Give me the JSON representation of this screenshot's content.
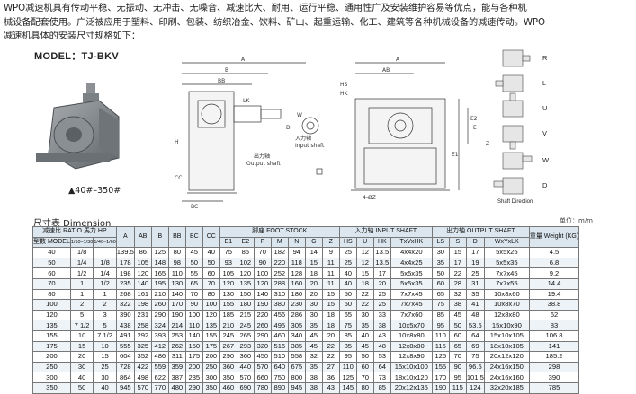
{
  "intro": {
    "line1": "WPO减速机具有传动平稳、无振动、无冲击、无噪音、减速比大、耐用、运行平稳、通用性广及安装维护容易等优点，能与各种机",
    "line2": "械设备配套使用。广泛被应用于塑料、印刷、包装、纺织冶金、饮料、矿山、起重运输、化工、建筑等各种机械设备的减速传动。WPO",
    "line3": "减速机具体的安装尺寸规格如下："
  },
  "model": "MODEL：TJ-BKV",
  "range": "▲40#–350#",
  "drawing": {
    "labels": [
      "A",
      "AB",
      "B",
      "BB",
      "BC",
      "H",
      "HS",
      "HK",
      "LK",
      "D",
      "E",
      "E1",
      "E2",
      "Z",
      "4-ØZ",
      "CC",
      "W"
    ],
    "input_shaft": "入力轴",
    "input_shaft_en": "Input shaft",
    "output_shaft": "出力轴",
    "output_shaft_en": "Output shaft",
    "shaft_direction": "Shaft Direction",
    "view_labels": [
      "R",
      "L",
      "U",
      "V",
      "W",
      "D"
    ]
  },
  "dimension_title": "尺寸表  Dimension",
  "unit": "单位：m/m",
  "table": {
    "header": {
      "ratio_cn": "减速比",
      "ratio_en": "RATIO",
      "power": "馬力",
      "power_en": "HP",
      "model_cn": "型数",
      "model_en": "MODEL",
      "r1": "1/10–1/30",
      "r2": "1/40–1/60",
      "cols1": [
        "A",
        "AB",
        "B",
        "BB",
        "BC",
        "CC"
      ],
      "foot_cn": "脚座",
      "foot_en": "FOOT STOCK",
      "foot_cols": [
        "E1",
        "E2",
        "F",
        "M",
        "N",
        "G",
        "Z"
      ],
      "input_cn": "入力轴",
      "input_en": "INPUT SHAFT",
      "input_cols": [
        "HS",
        "U",
        "HK",
        "TxVxHK"
      ],
      "output_cn": "出力轴",
      "output_en": "OUTPUT SHAFT",
      "output_cols": [
        "LS",
        "S",
        "D",
        "WxYxLK"
      ],
      "weight_cn": "重量",
      "weight_en": "Weight",
      "weight_unit": "(KG)"
    },
    "rows": [
      [
        "40",
        "1/8",
        "",
        "139.5",
        "86",
        "125",
        "80",
        "45",
        "40",
        "75",
        "85",
        "70",
        "182",
        "94",
        "14",
        "9",
        "25",
        "12",
        "13.5",
        "4x4x20",
        "30",
        "15",
        "17",
        "5x5x25",
        "4.5"
      ],
      [
        "50",
        "1/4",
        "1/8",
        "178",
        "105",
        "148",
        "98",
        "50",
        "50",
        "93",
        "102",
        "90",
        "220",
        "118",
        "15",
        "11",
        "25",
        "12",
        "13.5",
        "4x4x25",
        "35",
        "17",
        "19",
        "5x5x35",
        "6.8"
      ],
      [
        "60",
        "1/2",
        "1/4",
        "198",
        "120",
        "165",
        "110",
        "55",
        "60",
        "105",
        "120",
        "100",
        "252",
        "128",
        "18",
        "11",
        "40",
        "15",
        "17",
        "5x5x35",
        "50",
        "22",
        "25",
        "7x7x45",
        "9.2"
      ],
      [
        "70",
        "1",
        "1/2",
        "235",
        "140",
        "195",
        "130",
        "65",
        "70",
        "120",
        "135",
        "120",
        "288",
        "160",
        "20",
        "11",
        "40",
        "18",
        "20",
        "5x5x35",
        "60",
        "28",
        "31",
        "7x7x55",
        "14.4"
      ],
      [
        "80",
        "1",
        "1",
        "268",
        "161",
        "210",
        "140",
        "70",
        "80",
        "130",
        "150",
        "140",
        "310",
        "180",
        "20",
        "15",
        "50",
        "22",
        "25",
        "7x7x45",
        "65",
        "32",
        "35",
        "10x8x60",
        "19.4"
      ],
      [
        "100",
        "2",
        "2",
        "322",
        "198",
        "260",
        "170",
        "90",
        "100",
        "155",
        "180",
        "190",
        "380",
        "230",
        "30",
        "15",
        "50",
        "22",
        "25",
        "7x7x45",
        "75",
        "38",
        "41",
        "10x8x70",
        "38.8"
      ],
      [
        "120",
        "5",
        "3",
        "390",
        "231",
        "290",
        "190",
        "100",
        "120",
        "185",
        "215",
        "220",
        "456",
        "286",
        "30",
        "18",
        "65",
        "30",
        "33",
        "7x7x60",
        "85",
        "45",
        "48",
        "12x8x80",
        "62"
      ],
      [
        "135",
        "7 1/2",
        "5",
        "438",
        "258",
        "324",
        "214",
        "110",
        "135",
        "210",
        "245",
        "260",
        "495",
        "305",
        "35",
        "18",
        "75",
        "35",
        "38",
        "10x5x70",
        "95",
        "50",
        "53.5",
        "15x10x90",
        "83"
      ],
      [
        "155",
        "10",
        "7 1/2",
        "491",
        "292",
        "393",
        "253",
        "140",
        "155",
        "245",
        "265",
        "290",
        "460",
        "340",
        "45",
        "20",
        "85",
        "40",
        "43",
        "10x8x80",
        "110",
        "60",
        "64",
        "15x10x105",
        "106.8"
      ],
      [
        "175",
        "15",
        "10",
        "555",
        "325",
        "412",
        "262",
        "150",
        "175",
        "267",
        "293",
        "320",
        "516",
        "385",
        "45",
        "22",
        "85",
        "45",
        "48",
        "12x8x80",
        "115",
        "65",
        "69",
        "18x10x105",
        "141"
      ],
      [
        "200",
        "20",
        "15",
        "604",
        "352",
        "486",
        "311",
        "175",
        "200",
        "290",
        "360",
        "450",
        "510",
        "558",
        "32",
        "22",
        "95",
        "50",
        "53",
        "12x8x90",
        "125",
        "70",
        "75",
        "20x12x120",
        "185.2"
      ],
      [
        "250",
        "30",
        "25",
        "728",
        "422",
        "559",
        "359",
        "200",
        "250",
        "360",
        "440",
        "570",
        "640",
        "675",
        "35",
        "27",
        "110",
        "60",
        "64",
        "15x10x100",
        "155",
        "90",
        "96.5",
        "24x16x150",
        "298"
      ],
      [
        "300",
        "40",
        "30",
        "864",
        "498",
        "622",
        "387",
        "235",
        "300",
        "350",
        "570",
        "660",
        "750",
        "800",
        "38",
        "36",
        "125",
        "70",
        "73",
        "18x10x120",
        "170",
        "95",
        "101.5",
        "24x16x160",
        "390"
      ],
      [
        "350",
        "50",
        "40",
        "945",
        "570",
        "770",
        "480",
        "290",
        "350",
        "460",
        "690",
        "780",
        "890",
        "945",
        "38",
        "43",
        "145",
        "80",
        "85",
        "20x12x135",
        "190",
        "115",
        "124",
        "32x20x185",
        "785"
      ]
    ]
  }
}
